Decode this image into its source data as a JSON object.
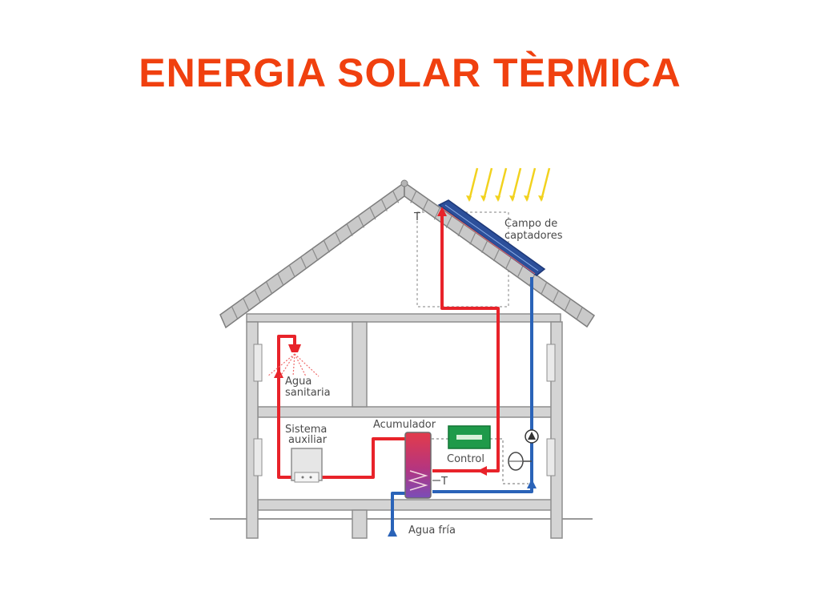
{
  "title": "ENERGIA SOLAR TÈRMICA",
  "labels": {
    "collector": [
      "Campo de",
      "captadores"
    ],
    "sanitary": [
      "Agua",
      "sanitaria"
    ],
    "auxiliary": [
      "Sistema",
      "auxiliar"
    ],
    "accumulator": "Acumulador",
    "control": "Control",
    "cold_water": "Agua fría",
    "temp_sensor_roof": "T",
    "temp_sensor_tank": "T"
  },
  "colors": {
    "title": "#f0400f",
    "hot_pipe": "#e8232a",
    "cold_pipe": "#2a63b8",
    "sun_rays": "#f2d21e",
    "control_box": "#1f9a4a",
    "structure": "#8e8e8e",
    "wall_fill": "#d4d4d4"
  }
}
